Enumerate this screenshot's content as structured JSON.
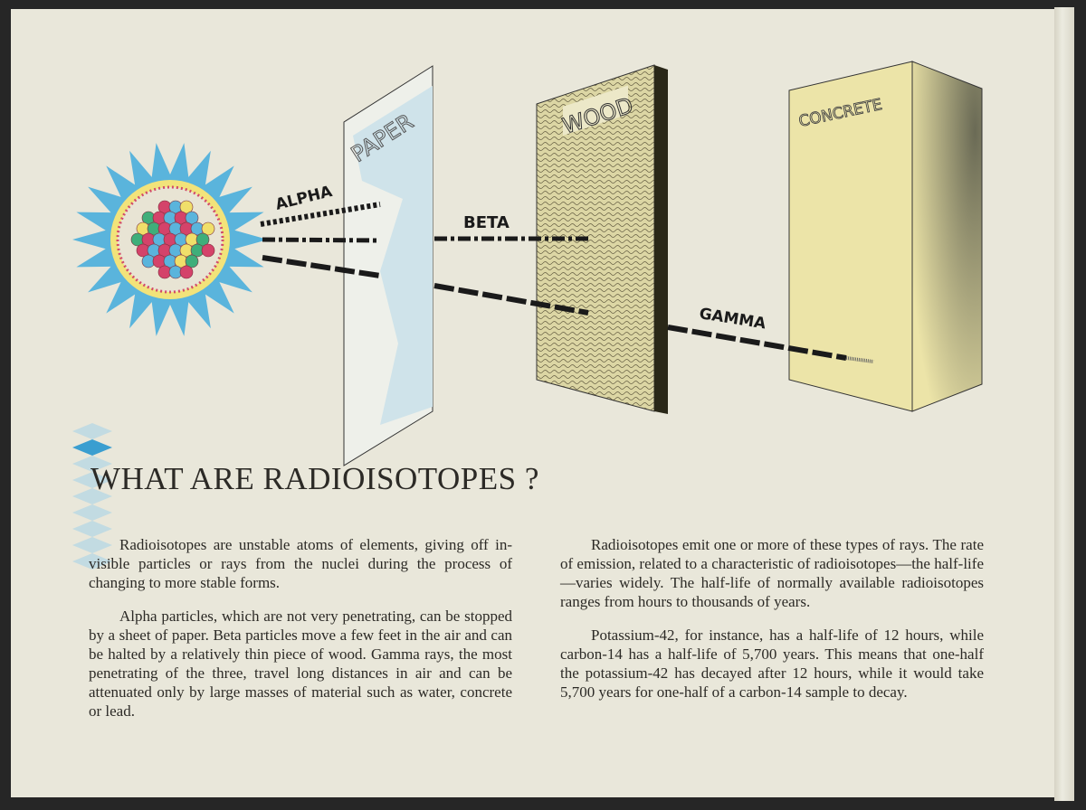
{
  "illustration": {
    "labels": {
      "alpha": "ALPHA",
      "beta": "BETA",
      "gamma": "GAMMA"
    },
    "barriers": {
      "paper": "PAPER",
      "wood": "WOOD",
      "concrete": "CONCRETE"
    },
    "colors": {
      "paper": "#cfe3ea",
      "wood": "#dcd6a4",
      "concrete": "#ece4a8",
      "burst": "#5ab4dc"
    }
  },
  "heading": "WHAT ARE RADIOISOTOPES ?",
  "column_left": [
    "Radioisotopes are unstable atoms of elements, giving off in­visible particles or rays from the nuclei during the process of changing to more stable forms.",
    "Alpha particles, which are not very penetrating, can be stopped by a sheet of paper. Beta particles move a few feet in the air and can be halted by a relatively thin piece of wood. Gamma rays, the most penetrating of the three, travel long distances in air and can be attenuated only by large masses of material such as water, concrete or lead."
  ],
  "column_right": [
    "Radioisotopes emit one or more of these types of rays. The rate of emission, related to a characteristic of radioisotopes—the half-life—varies widely. The half-life of normally available radio­isotopes ranges from hours to thousands of years.",
    "Potassium-42, for instance, has a half-life of 12 hours, while carbon-14 has a half-life of 5,700 years. This means that one-half the potassium-42 has decayed after 12 hours, while it would take 5,700 years for one-half of a carbon-14 sample to decay."
  ]
}
